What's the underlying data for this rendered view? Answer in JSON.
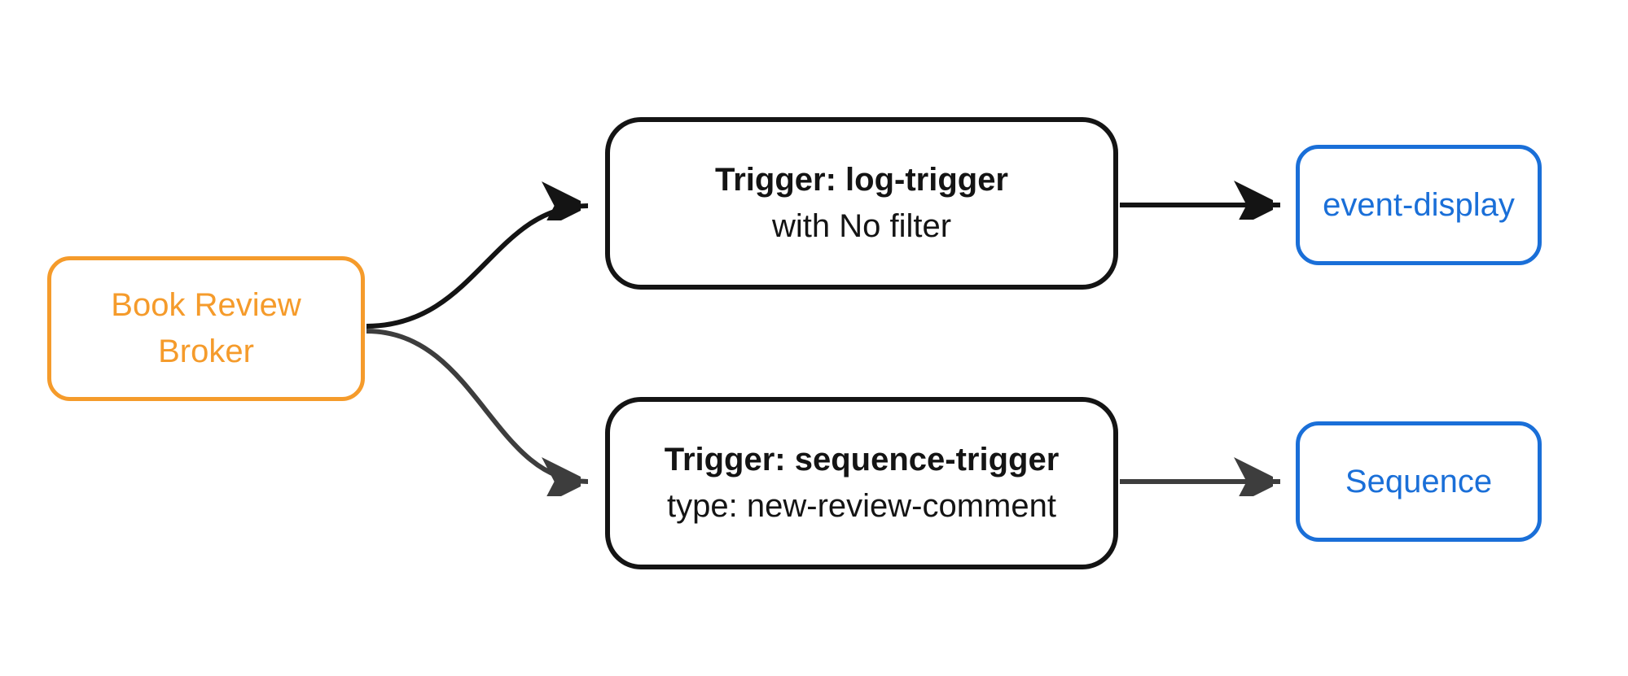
{
  "theme": {
    "orange": "#F59B2B",
    "blue": "#1A6FD8",
    "black": "#141414",
    "gray": "#3D3D3D",
    "bg": "#FFFFFF"
  },
  "diagram": {
    "nodes": {
      "broker": {
        "label": "Book Review Broker",
        "border_color": "#F59B2B",
        "text_color": "#F59B2B"
      },
      "log_trigger": {
        "title": "Trigger: log-trigger",
        "subtitle": "with No filter",
        "border_color": "#141414"
      },
      "sequence_trigger": {
        "title": "Trigger: sequence-trigger",
        "subtitle": "type: new-review-comment",
        "border_color": "#141414"
      },
      "event_display": {
        "label": "event-display",
        "border_color": "#1A6FD8",
        "text_color": "#1A6FD8"
      },
      "sequence": {
        "label": "Sequence",
        "border_color": "#1A6FD8",
        "text_color": "#1A6FD8"
      }
    },
    "edges": [
      {
        "from": "broker",
        "to": "log_trigger",
        "color": "#141414",
        "style": "curved"
      },
      {
        "from": "broker",
        "to": "sequence_trigger",
        "color": "#3D3D3D",
        "style": "curved"
      },
      {
        "from": "log_trigger",
        "to": "event_display",
        "color": "#141414",
        "style": "straight"
      },
      {
        "from": "sequence_trigger",
        "to": "sequence",
        "color": "#3D3D3D",
        "style": "straight"
      }
    ]
  }
}
